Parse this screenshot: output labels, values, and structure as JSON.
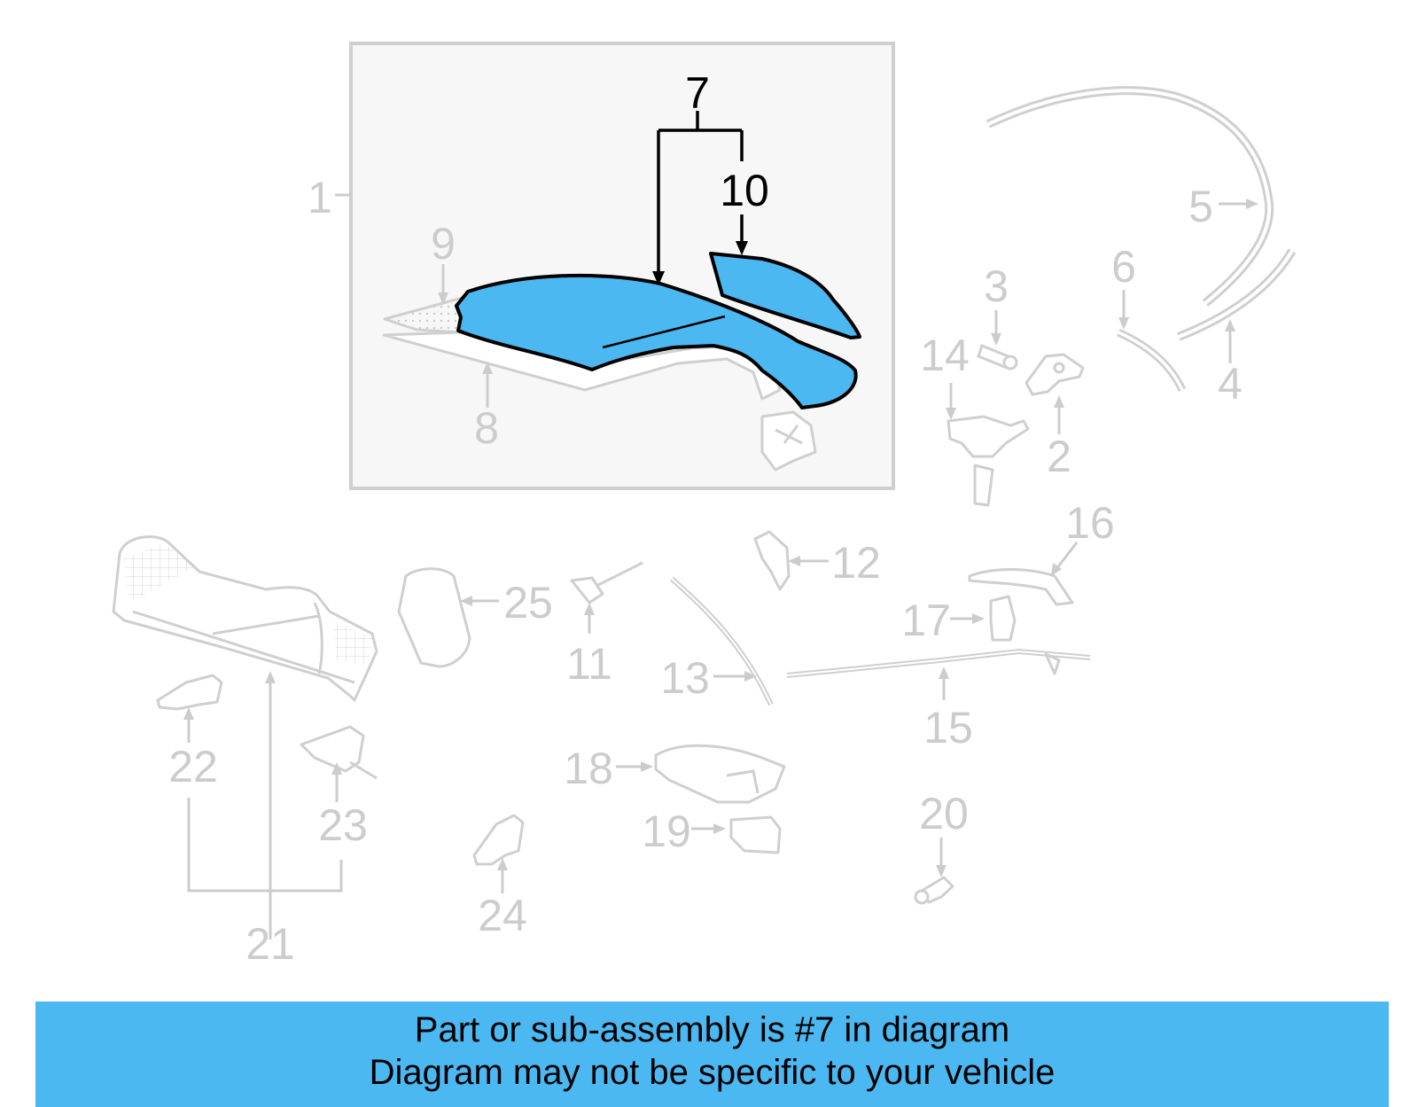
{
  "diagram": {
    "highlight_color": "#4cb8f2",
    "inactive_label_color": "#cccccc",
    "active_label_color": "#000000",
    "callouts": {
      "c1": "1",
      "c2": "2",
      "c3": "3",
      "c4": "4",
      "c5": "5",
      "c6": "6",
      "c7": "7",
      "c8": "8",
      "c9": "9",
      "c10": "10",
      "c11": "11",
      "c12": "12",
      "c13": "13",
      "c14": "14",
      "c15": "15",
      "c16": "16",
      "c17": "17",
      "c18": "18",
      "c19": "19",
      "c20": "20",
      "c21": "21",
      "c22": "22",
      "c23": "23",
      "c24": "24",
      "c25": "25"
    }
  },
  "banner": {
    "line1": "Part or sub-assembly is #7 in diagram",
    "line2": "Diagram may not be specific to your vehicle"
  }
}
